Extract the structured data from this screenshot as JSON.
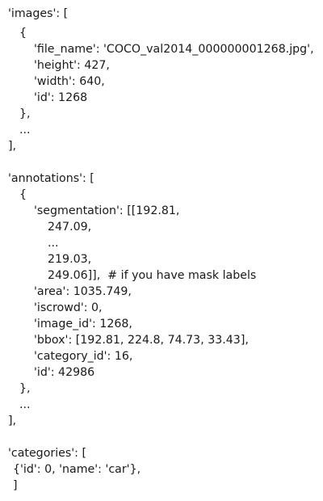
{
  "lines": [
    "'images': [",
    "{",
    "'file_name': 'COCO_val2014_000000001268.jpg',",
    "'height': 427,",
    "'width': 640,",
    "'id': 1268",
    "},",
    "...",
    "],",
    "'annotations': [",
    "{",
    "'segmentation': [[192.81,",
    "247.09,",
    "...",
    "219.03,",
    "249.06]],  # if you have mask labels",
    "'area': 1035.749,",
    "'iscrowd': 0,",
    "'image_id': 1268,",
    "'bbox': [192.81, 224.8, 74.73, 33.43],",
    "'category_id': 16,",
    "'id': 42986",
    "},",
    "...",
    "],",
    "'categories': [",
    "{'id': 0, 'name': 'car'},",
    "]"
  ]
}
